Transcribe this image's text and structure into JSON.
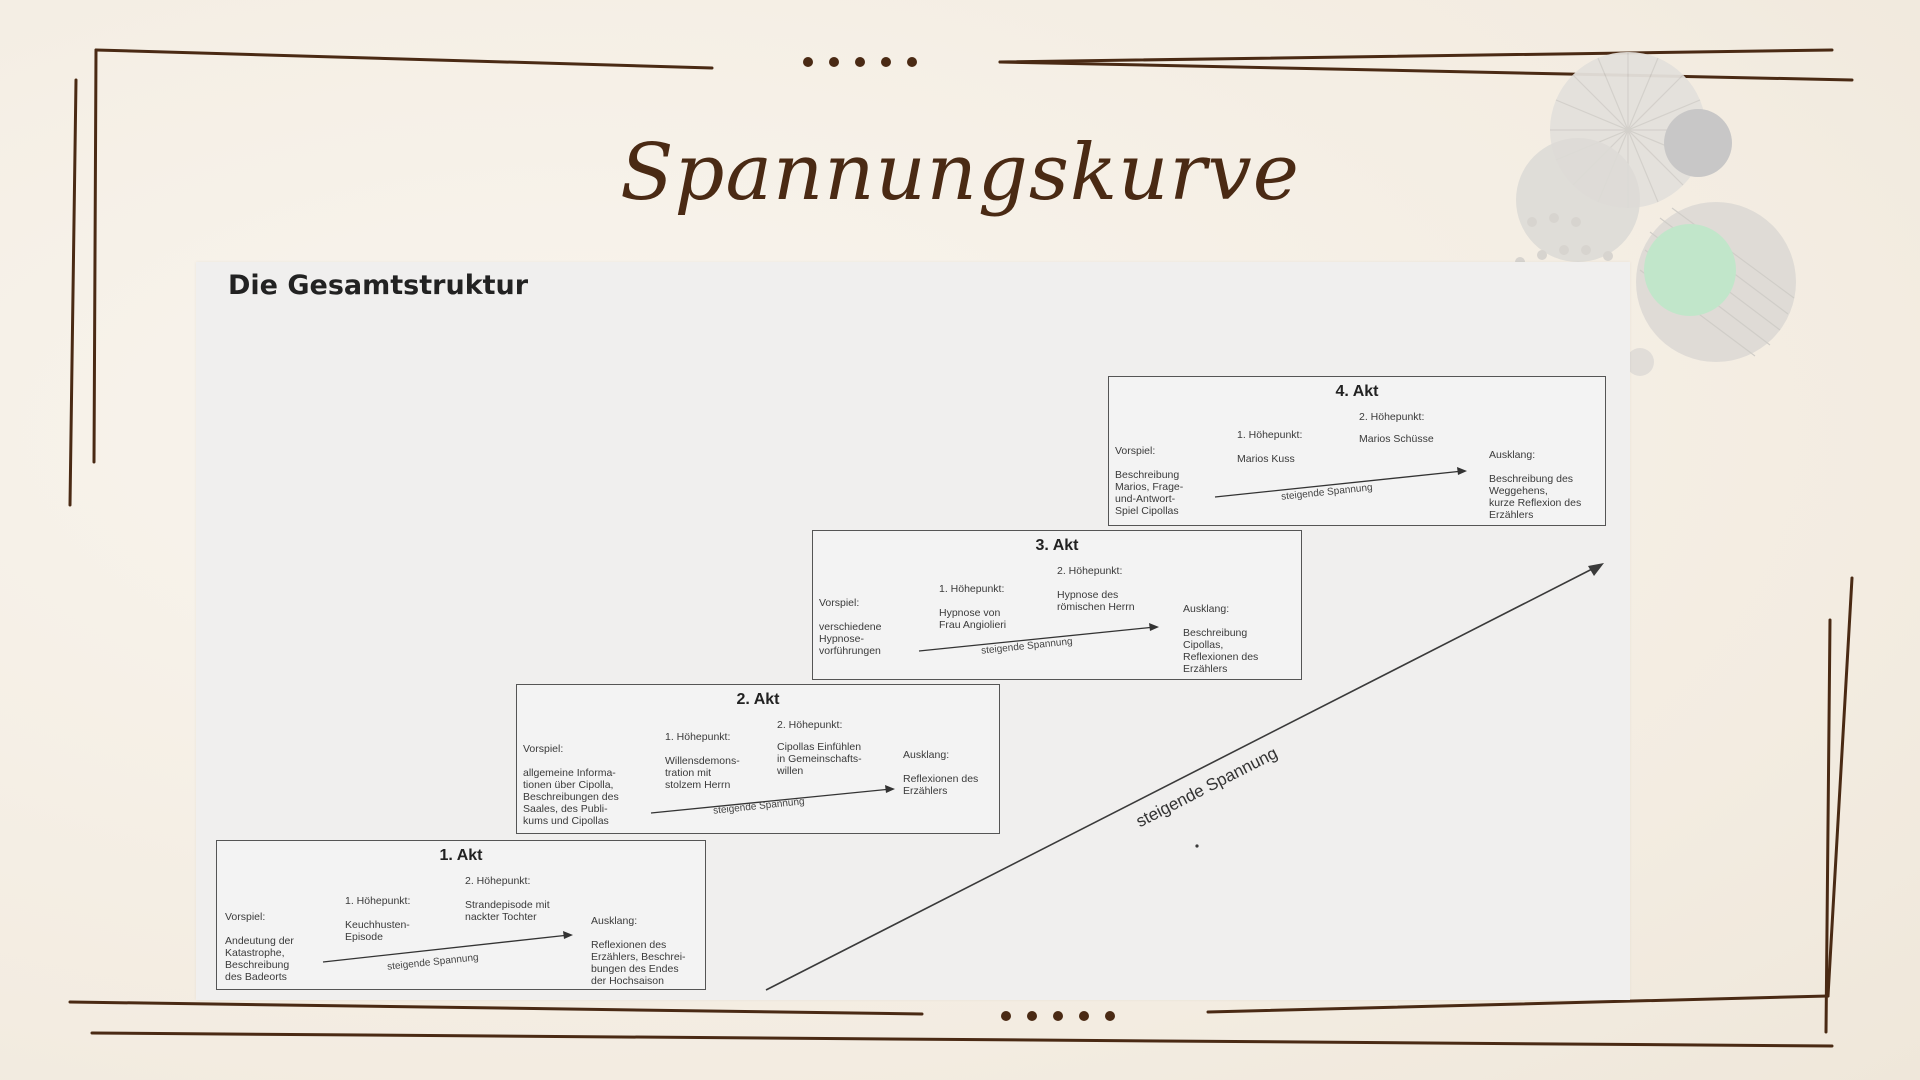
{
  "title": "Spannungskurve",
  "heading": "Die Gesamtstruktur",
  "big_arrow_label": "steigende Spannung",
  "acts": [
    {
      "title": "1. Akt",
      "vorspiel_label": "Vorspiel:",
      "vorspiel_text": "Andeutung der\nKatastrophe,\nBeschreibung\ndes Badeorts",
      "hp1_label": "1. Höhepunkt:",
      "hp1_text": "Keuchhusten-\nEpisode",
      "hp2_label": "2. Höhepunkt:",
      "hp2_text": "Strandepisode mit\nnackter Tochter",
      "ausklang_label": "Ausklang:",
      "ausklang_text": "Reflexionen des\nErzählers, Beschrei-\nbungen des Endes\nder Hochsaison",
      "arrow_label": "steigende Spannung"
    },
    {
      "title": "2. Akt",
      "vorspiel_label": "Vorspiel:",
      "vorspiel_text": "allgemeine Informa-\ntionen über Cipolla,\nBeschreibungen des\nSaales, des Publi-\nkums und Cipollas",
      "hp1_label": "1. Höhepunkt:",
      "hp1_text": "Willensdemons-\ntration mit\nstolzem Herrn",
      "hp2_label": "2. Höhepunkt:",
      "hp2_text": "Cipollas Einfühlen\nin Gemeinschafts-\nwillen",
      "ausklang_label": "Ausklang:",
      "ausklang_text": "Reflexionen des\nErzählers",
      "arrow_label": "steigende Spannung"
    },
    {
      "title": "3. Akt",
      "vorspiel_label": "Vorspiel:",
      "vorspiel_text": "verschiedene\nHypnose-\nvorführungen",
      "hp1_label": "1. Höhepunkt:",
      "hp1_text": "Hypnose von\nFrau Angiolieri",
      "hp2_label": "2. Höhepunkt:",
      "hp2_text": "Hypnose des\nrömischen Herrn",
      "ausklang_label": "Ausklang:",
      "ausklang_text": "Beschreibung\nCipollas,\nReflexionen des\nErzählers",
      "arrow_label": "steigende Spannung"
    },
    {
      "title": "4. Akt",
      "vorspiel_label": "Vorspiel:",
      "vorspiel_text": "Beschreibung\nMarios, Frage-\nund-Antwort-\nSpiel Cipollas",
      "hp1_label": "1. Höhepunkt:",
      "hp1_text": "Marios Kuss",
      "hp2_label": "2. Höhepunkt:",
      "hp2_text": "Marios Schüsse",
      "ausklang_label": "Ausklang:",
      "ausklang_text": "Beschreibung des\nWeggehens,\nkurze Reflexion des\nErzählers",
      "arrow_label": "steigende Spannung"
    }
  ],
  "colors": {
    "frame": "#4a2a14",
    "title": "#4a2a14",
    "accent_green": "#bfe6c9",
    "accent_gray": "#c9c9c9"
  }
}
